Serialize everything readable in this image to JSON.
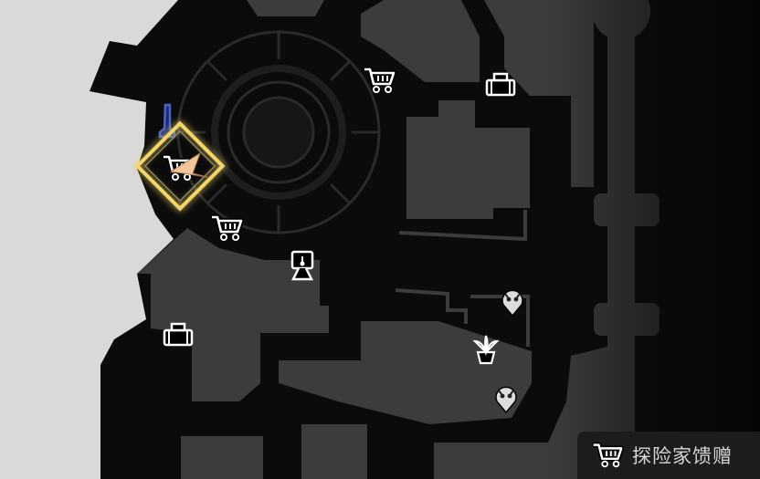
{
  "map": {
    "colors": {
      "background": "#0b0b0b",
      "terrain": "#d9d9d9",
      "building": "#3c3c3c",
      "marker": "#f3d66b",
      "statue": "#4a63c8"
    },
    "markers": [
      {
        "type": "shop-cart",
        "icon": "cart-icon"
      },
      {
        "type": "shop-cart",
        "icon": "cart-icon"
      },
      {
        "type": "shop-cart",
        "icon": "cart-icon"
      },
      {
        "type": "chest",
        "icon": "chest-icon"
      },
      {
        "type": "chest",
        "icon": "chest-icon"
      },
      {
        "type": "lamp",
        "icon": "lamp-icon"
      },
      {
        "type": "owl",
        "icon": "owl-pin-icon"
      },
      {
        "type": "owl",
        "icon": "owl-pin-icon"
      },
      {
        "type": "plant",
        "icon": "plant-icon"
      },
      {
        "type": "statue",
        "icon": "statue-icon"
      },
      {
        "type": "player",
        "icon": "player-arrow-icon"
      }
    ]
  },
  "legend": {
    "icon": "cart-icon",
    "label": "探险家馈赠"
  }
}
